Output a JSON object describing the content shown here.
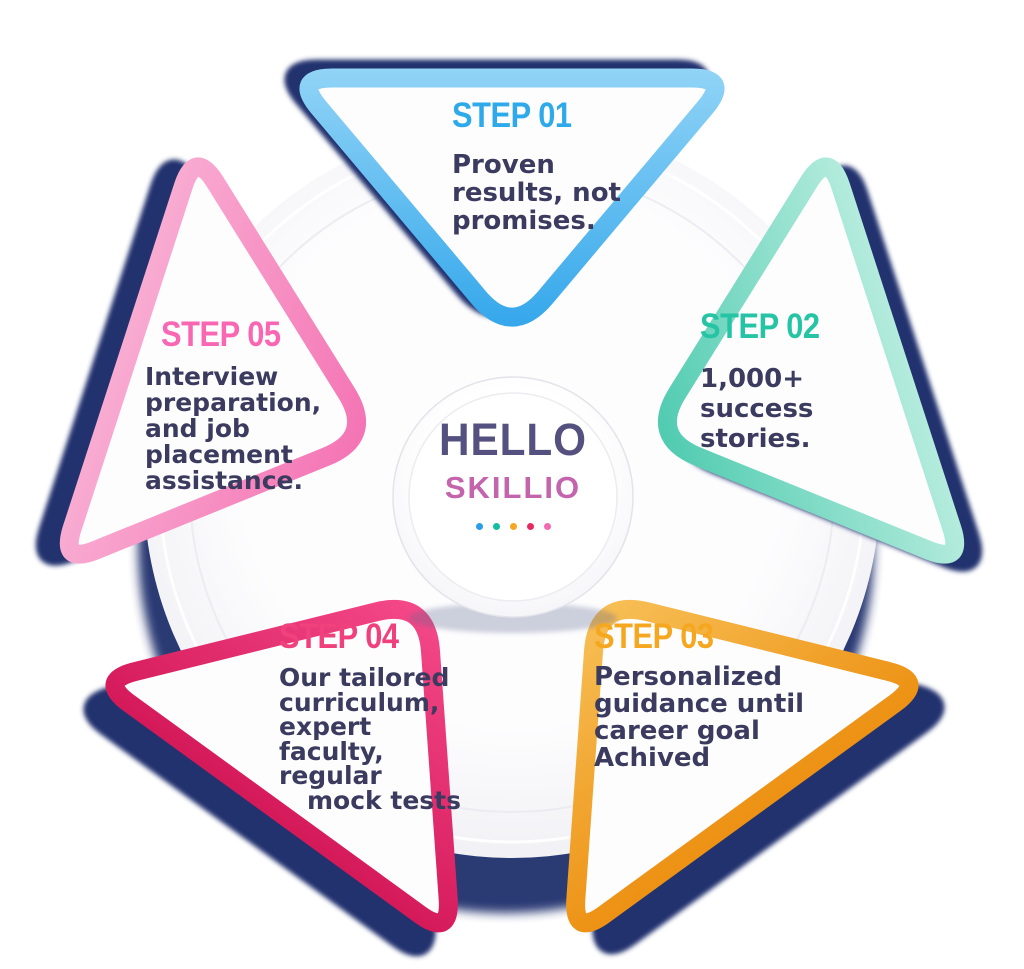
{
  "center": {
    "title": "HELLO",
    "subtitle": "SKILLIO",
    "title_color": "#54507F",
    "subtitle_color": "#C464AC",
    "dots": [
      "#2D9CE8",
      "#12BFA0",
      "#F5A623",
      "#E82A63",
      "#F469B3"
    ]
  },
  "colors": {
    "body_text": "#3B3B60",
    "shadow": "#22336E",
    "petal_fill": "#FDFDFE"
  },
  "steps": [
    {
      "label": "STEP 01",
      "title_color": "#2EA9E9",
      "border_far": "#96D6F7",
      "border_near": "#2EA4EA",
      "lines": [
        "Proven",
        "results, not",
        "promises."
      ]
    },
    {
      "label": "STEP 02",
      "title_color": "#25C4A4",
      "border_far": "#B9EDDF",
      "border_near": "#49C9AD",
      "lines": [
        "1,000+",
        "success",
        "stories."
      ]
    },
    {
      "label": "STEP 03",
      "title_color": "#F5A71F",
      "border_far": "#EC8F10",
      "border_near": "#F8C25A",
      "lines": [
        "Personalized",
        "guidance until",
        "career goal",
        "Achived"
      ]
    },
    {
      "label": "STEP 04",
      "title_color": "#F0417D",
      "border_far": "#D31757",
      "border_near": "#F64C8C",
      "lines": [
        "Our tailored",
        "curriculum,",
        "expert",
        "faculty,",
        "regular",
        "mock tests"
      ]
    },
    {
      "label": "STEP 05",
      "title_color": "#F966B2",
      "border_far": "#F9AED3",
      "border_near": "#F470B2",
      "lines": [
        "Interview",
        "preparation,",
        "and job",
        "placement",
        "assistance."
      ]
    }
  ]
}
